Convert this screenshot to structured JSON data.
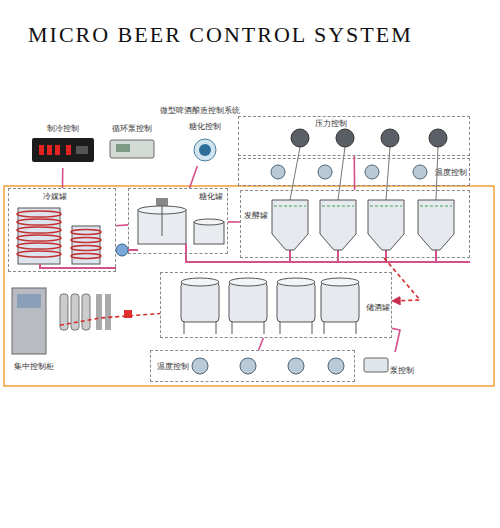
{
  "diagram": {
    "title": "MICRO BEER CONTROL SYSTEM",
    "nodes": [
      {
        "text": [
          "制冷控制"
        ]
      },
      {
        "text": [
          "循环泵控制"
        ]
      },
      {
        "text": [
          "糖化控制"
        ]
      },
      {
        "text": [
          "压力控制"
        ]
      },
      {
        "text": [
          "温度控制"
        ]
      },
      {
        "text": [
          "冷媒罐"
        ]
      },
      {
        "text": [
          "糖化罐"
        ]
      },
      {
        "text": [
          "发酵罐"
        ]
      },
      {
        "text": [
          "储酒罐"
        ]
      },
      {
        "text": [
          "集中控制柜"
        ]
      },
      {
        "text": [
          "温度控制"
        ]
      },
      {
        "text": [
          "泵控制"
        ]
      }
    ],
    "edges": [
      {
        "from": 0,
        "to": 5,
        "arrow": "none"
      },
      {
        "from": 2,
        "to": 6,
        "arrow": "none"
      },
      {
        "from": 5,
        "to": 6,
        "arrow": "none"
      },
      {
        "from": 6,
        "to": 7,
        "arrow": "none"
      },
      {
        "from": 7,
        "to": 8,
        "arrow": "to"
      },
      {
        "from": 9,
        "to": 8,
        "arrow": "none"
      },
      {
        "from": 10,
        "to": 8,
        "arrow": "none"
      },
      {
        "from": 11,
        "to": 8,
        "arrow": "none"
      },
      {
        "from": 3,
        "to": 7,
        "arrow": "none"
      }
    ],
    "labels": [
      "微型啤酒酿造控制系统"
    ]
  }
}
